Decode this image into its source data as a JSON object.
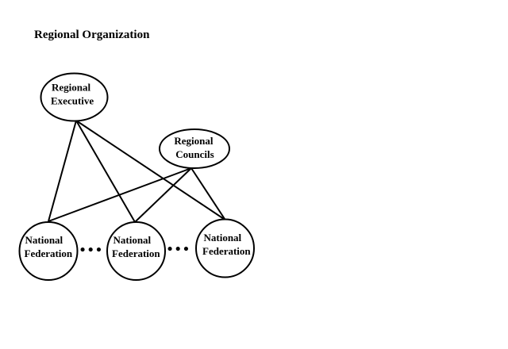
{
  "title": "Regional Organization",
  "nodes": {
    "regional_executive": {
      "line1": "Regional",
      "line2": "Executive"
    },
    "regional_councils": {
      "line1": "Regional",
      "line2": "Councils"
    },
    "national_federation_1": {
      "line1": "National",
      "line2": "Federation"
    },
    "national_federation_2": {
      "line1": "National",
      "line2": "Federation"
    },
    "national_federation_3": {
      "line1": "National",
      "line2": "Federation"
    }
  },
  "separators": {
    "dots_left": "•••",
    "dots_right": "•••"
  },
  "edges": [
    {
      "from": "Regional Executive",
      "to": "National Federation (left)"
    },
    {
      "from": "Regional Executive",
      "to": "National Federation (middle)"
    },
    {
      "from": "Regional Executive",
      "to": "National Federation (right)"
    },
    {
      "from": "Regional Councils",
      "to": "National Federation (left)"
    },
    {
      "from": "Regional Councils",
      "to": "National Federation (middle)"
    },
    {
      "from": "Regional Councils",
      "to": "National Federation (right)"
    }
  ],
  "colors": {
    "stroke": "#000000",
    "text": "#000000",
    "background": "#ffffff"
  }
}
